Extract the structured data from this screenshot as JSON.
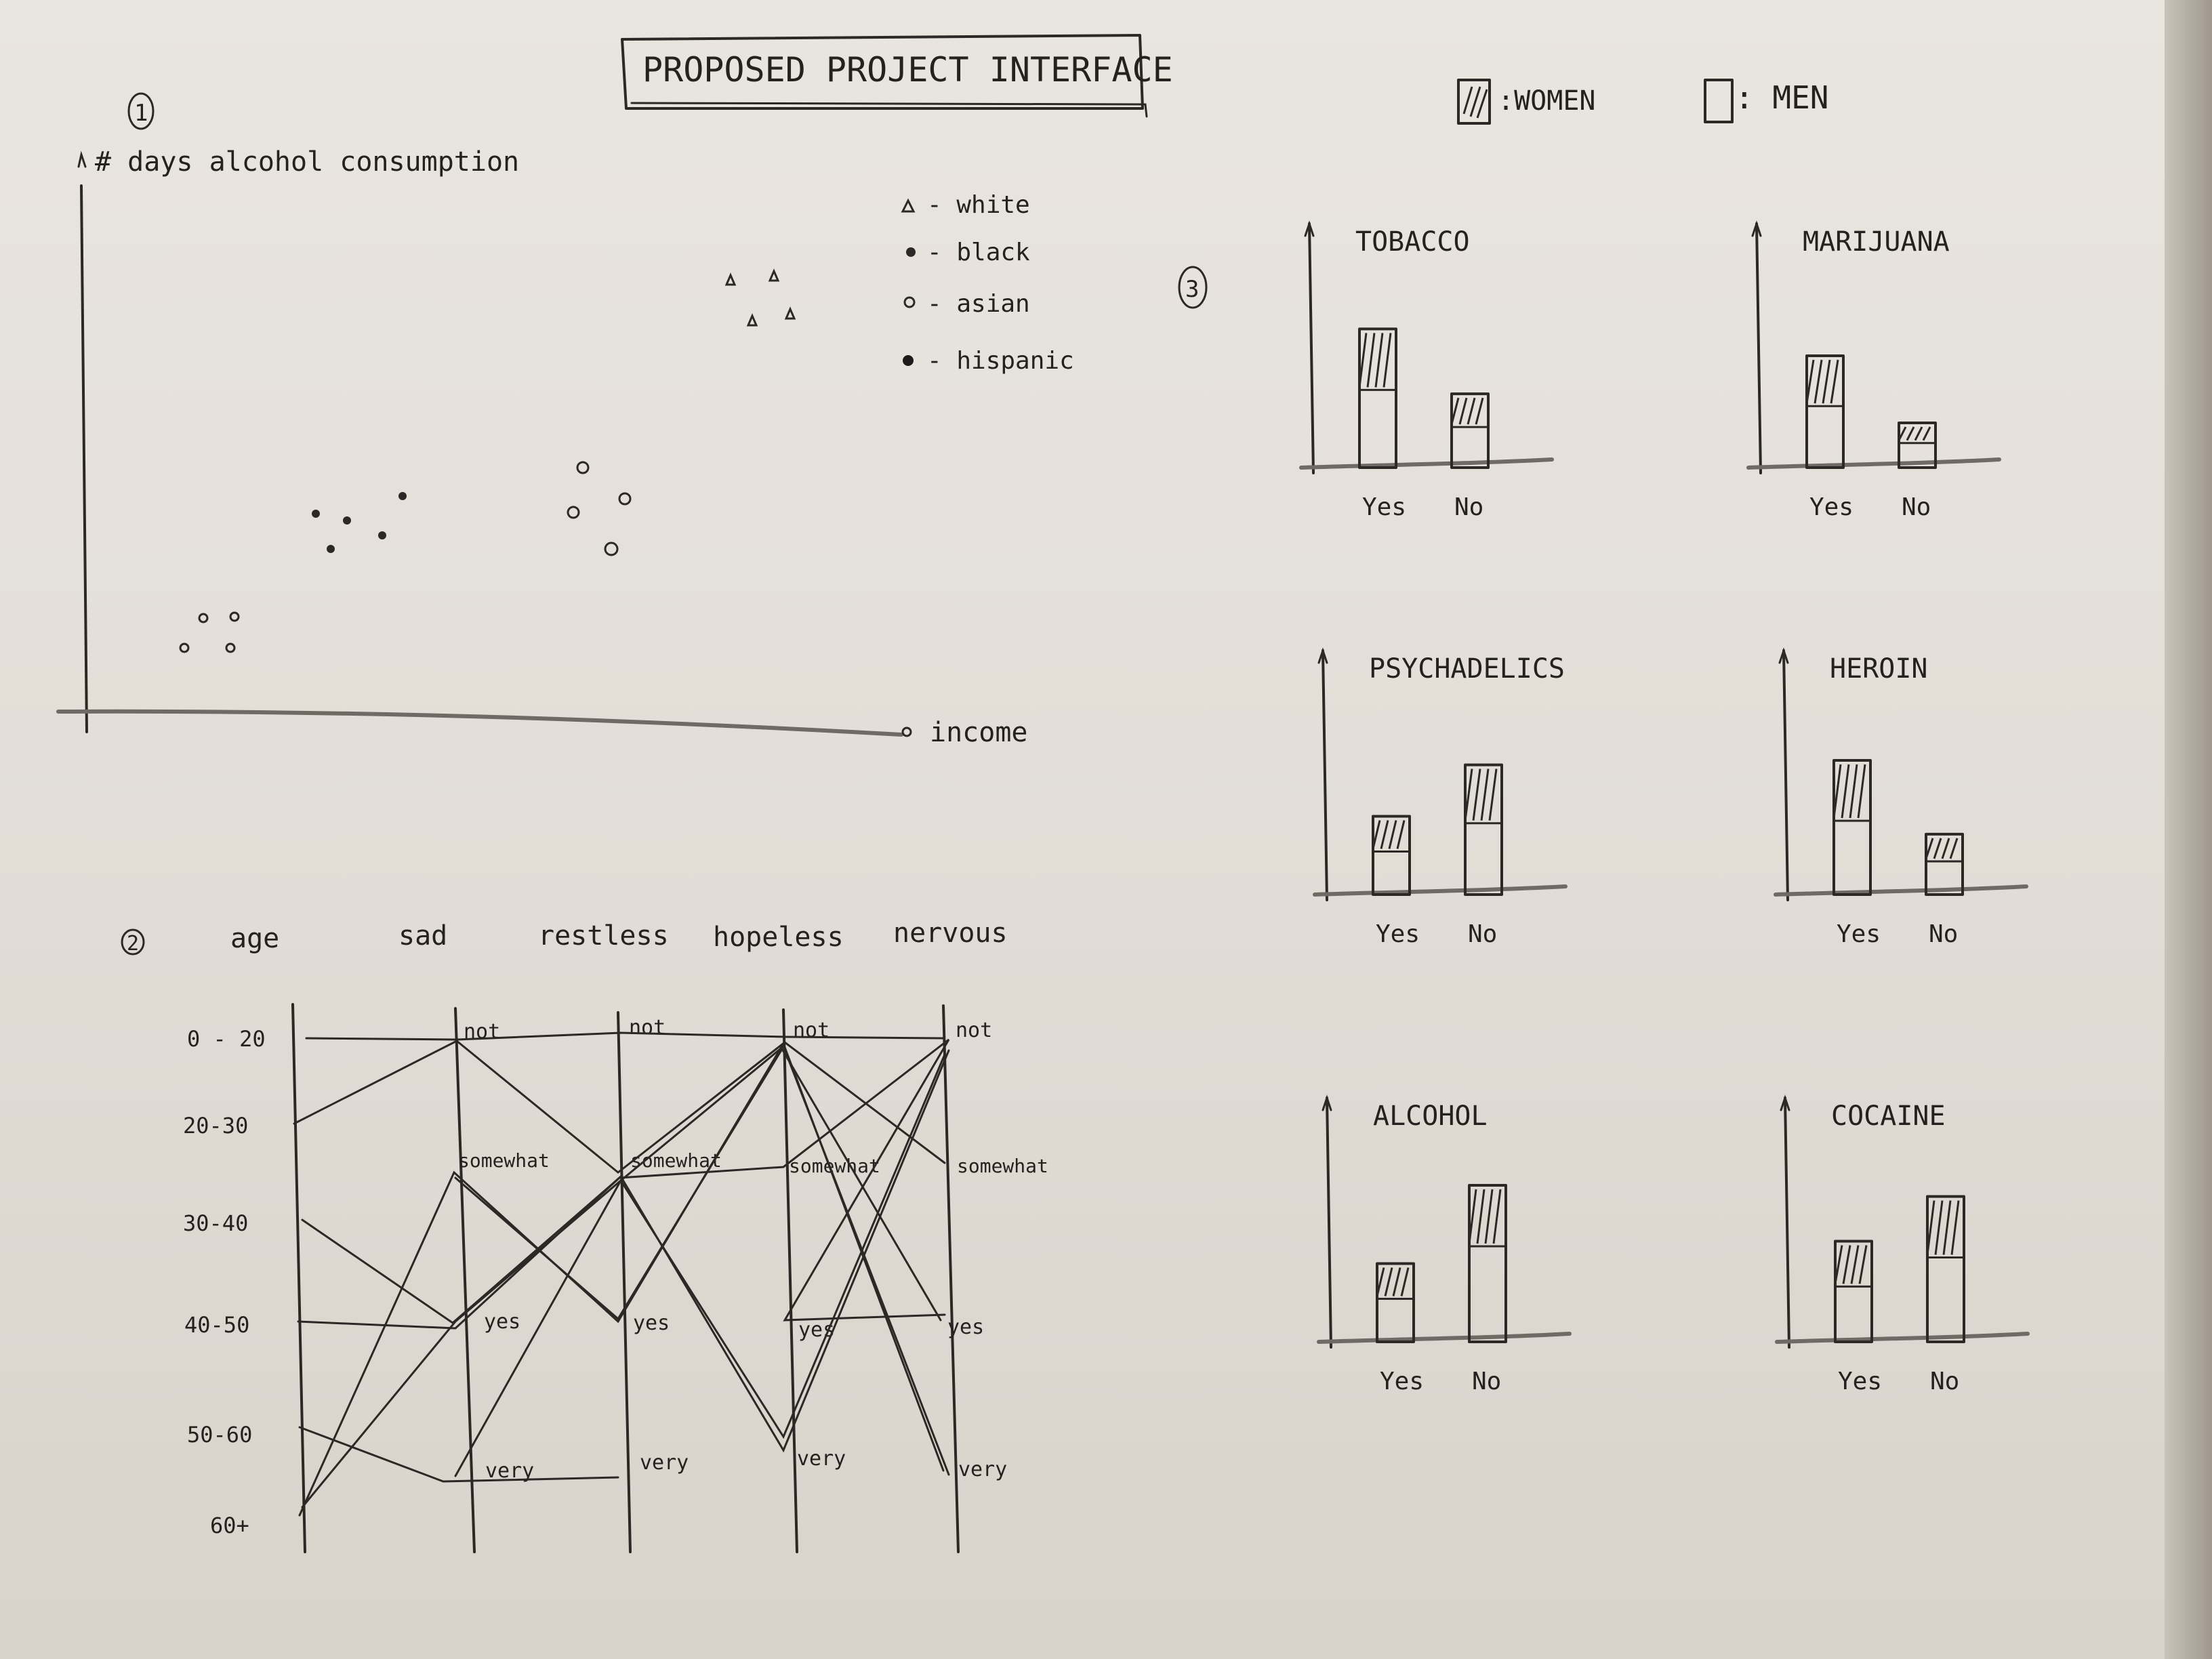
{
  "header": {
    "title": "PROPOSED PROJECT INTERFACE"
  },
  "legend_gender": {
    "women": ":WOMEN",
    "men": ": MEN"
  },
  "section_markers": {
    "one": "1",
    "two": "2",
    "three": "3"
  },
  "scatter": {
    "ylabel": "# days alcohol consumption",
    "xlabel": "income",
    "legend": [
      {
        "marker": "triangle",
        "label": "- white"
      },
      {
        "marker": "dot",
        "label": "- black"
      },
      {
        "marker": "circle",
        "label": "- asian"
      },
      {
        "marker": "dot",
        "label": "- hispanic"
      }
    ]
  },
  "parallel": {
    "axes": [
      "age",
      "sad",
      "restless",
      "hopeless",
      "nervous"
    ],
    "age_ticks": [
      "0 - 20",
      "20-30",
      "30-40",
      "40-50",
      "50-60",
      "60+"
    ],
    "level_ticks": [
      "not",
      "somewhat",
      "yes",
      "very"
    ]
  },
  "bar_panels": [
    {
      "title": "TOBACCO",
      "yes_label": "Yes",
      "no_label": "No",
      "yes": 0.62,
      "no": 0.33
    },
    {
      "title": "MARIJUANA",
      "yes_label": "Yes",
      "no_label": "No",
      "yes": 0.5,
      "no": 0.2
    },
    {
      "title": "PSYCHADELICS",
      "yes_label": "Yes",
      "no_label": "No",
      "yes": 0.35,
      "no": 0.58
    },
    {
      "title": "HEROIN",
      "yes_label": "Yes",
      "no_label": "No",
      "yes": 0.6,
      "no": 0.27
    },
    {
      "title": "ALCOHOL",
      "yes_label": "Yes",
      "no_label": "No",
      "yes": 0.35,
      "no": 0.7
    },
    {
      "title": "COCAINE",
      "yes_label": "Yes",
      "no_label": "No",
      "yes": 0.45,
      "no": 0.65
    }
  ]
}
